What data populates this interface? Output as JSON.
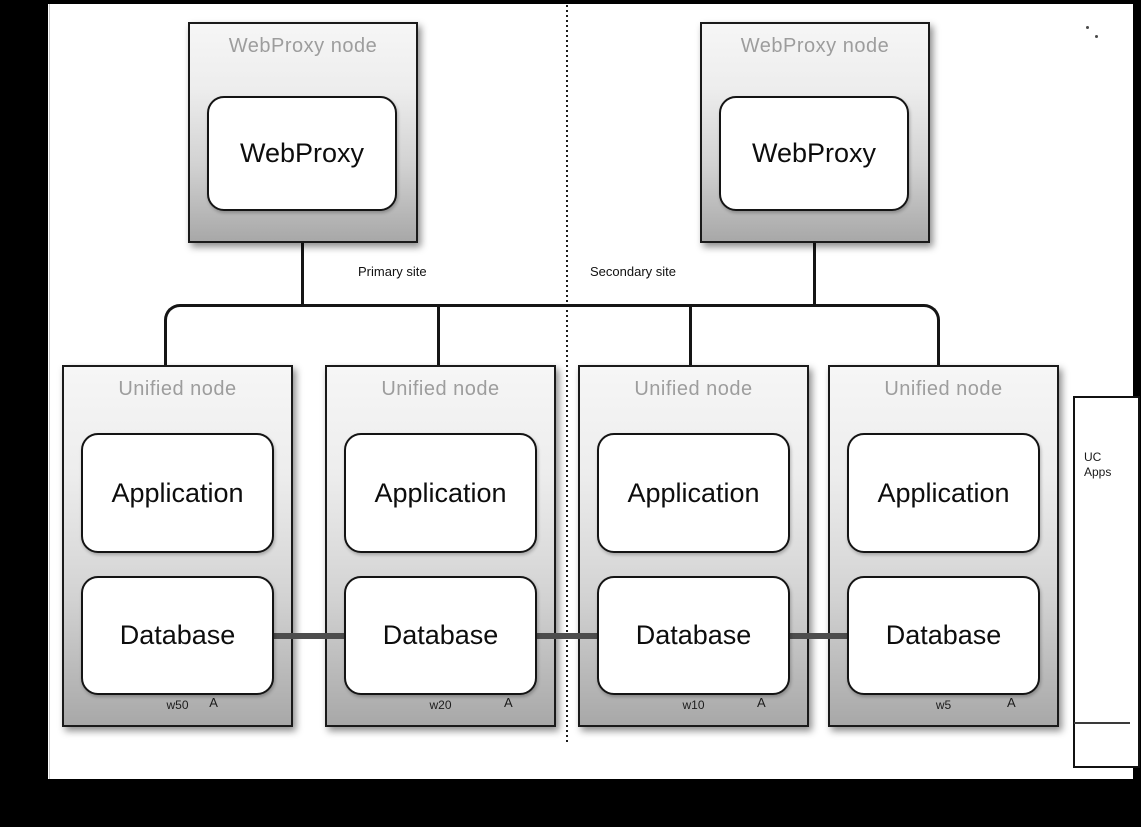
{
  "sites": {
    "primary": "Primary site",
    "secondary": "Secondary site"
  },
  "webproxy_nodes": [
    {
      "title": "WebProxy node",
      "component": "WebProxy"
    },
    {
      "title": "WebProxy node",
      "component": "WebProxy"
    }
  ],
  "unified_nodes": [
    {
      "title": "Unified node",
      "application": "Application",
      "database": "Database",
      "weight": "w50",
      "marker": "A"
    },
    {
      "title": "Unified node",
      "application": "Application",
      "database": "Database",
      "weight": "w20",
      "marker": "A"
    },
    {
      "title": "Unified node",
      "application": "Application",
      "database": "Database",
      "weight": "w10",
      "marker": "A"
    },
    {
      "title": "Unified node",
      "application": "Application",
      "database": "Database",
      "weight": "w5",
      "marker": "A"
    }
  ],
  "uc_apps": {
    "line1": "UC",
    "line2": "Apps"
  },
  "colors": {
    "frame": "#000000",
    "node_border": "#1a1a1a",
    "node_title_gray": "#9d9d9d",
    "db_link_gray": "#4d4d4d",
    "canvas": "#ffffff"
  }
}
